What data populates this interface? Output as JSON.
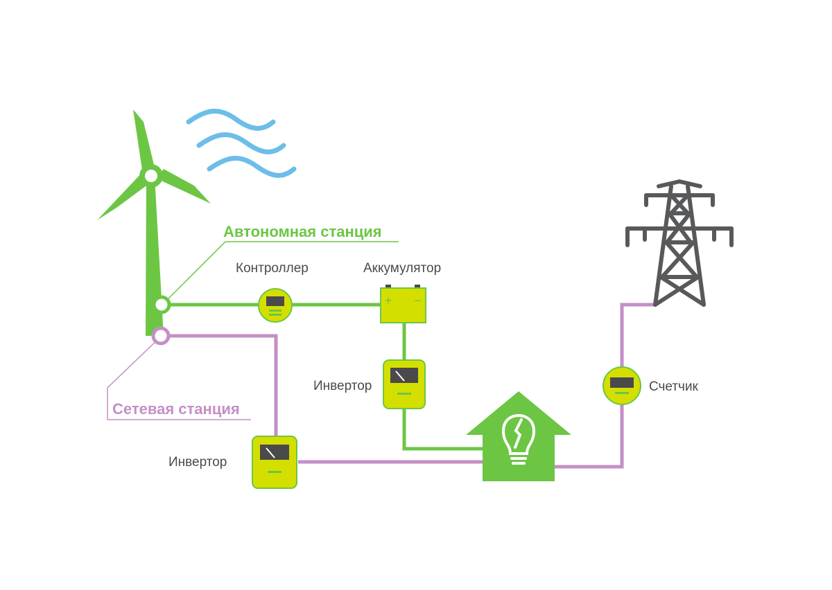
{
  "colors": {
    "green": "#6cc644",
    "lime": "#d4df00",
    "purple": "#c48fc6",
    "blue": "#6dbde9",
    "dark": "#4a4a4a",
    "tower": "#58595b"
  },
  "labels": {
    "autonomous_station": "Автономная станция",
    "grid_station": "Сетевая станция",
    "controller": "Контроллер",
    "battery": "Аккумулятор",
    "inverter_autonomous": "Инвертор",
    "inverter_grid": "Инвертор",
    "meter": "Счетчик"
  },
  "battery_signs": {
    "plus": "+",
    "minus": "−"
  },
  "icons": {
    "turbine": "wind-turbine-icon",
    "wind": "wind-waves-icon",
    "house": "house-icon",
    "bulb": "light-bulb-icon",
    "tower": "power-line-tower-icon"
  }
}
